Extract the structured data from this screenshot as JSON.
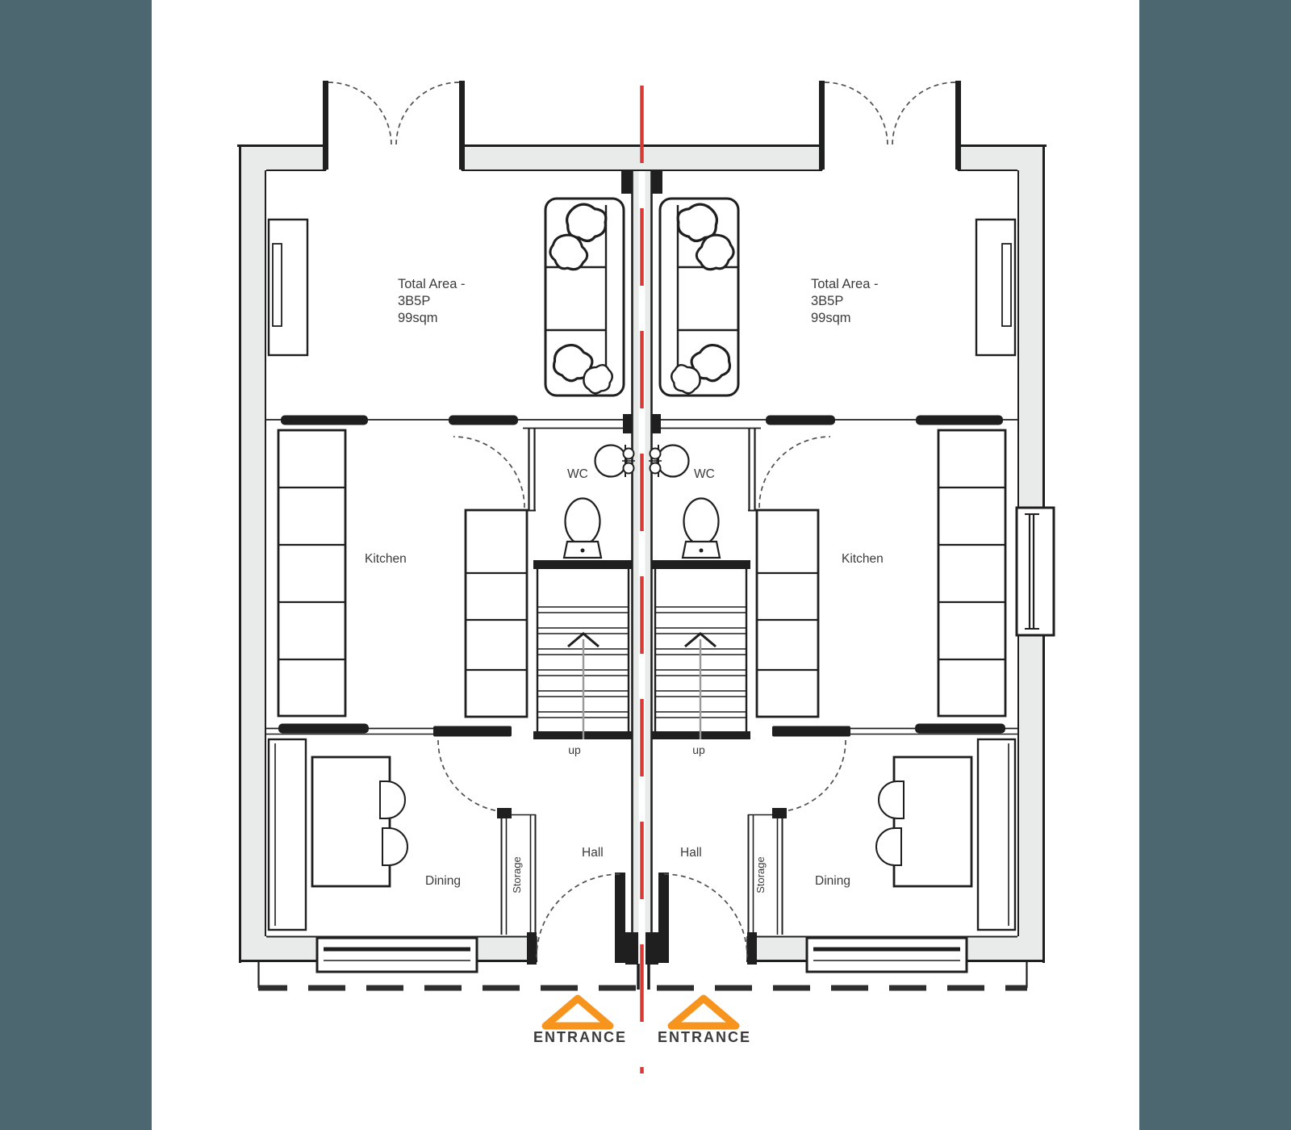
{
  "labels": {
    "total_area_line1": "Total Area -",
    "total_area_line2": "3B5P",
    "total_area_line3": "99sqm",
    "wc": "WC",
    "kitchen": "Kitchen",
    "up": "up",
    "hall": "Hall",
    "storage": "Storage",
    "dining": "Dining",
    "entrance": "ENTRANCE"
  },
  "colors": {
    "red_line": "#d93a33",
    "entrance_orange": "#f7941e",
    "wall_fill": "#e9eaea",
    "drawing_line": "#1f1f1f",
    "side_band": "#4c6770",
    "label_text": "#3b3b3b"
  },
  "fixtures": [
    "sofa",
    "toilet",
    "wash-basin",
    "staircase",
    "kitchen-counter",
    "tall-kitchen-units",
    "dining-table",
    "dining-chairs",
    "radiator",
    "sideboard",
    "french-doors",
    "front-door",
    "window",
    "storage-closet",
    "door-swing-arc",
    "entrance-triangle",
    "party-wall-centerline",
    "canopy-dashed-line"
  ]
}
